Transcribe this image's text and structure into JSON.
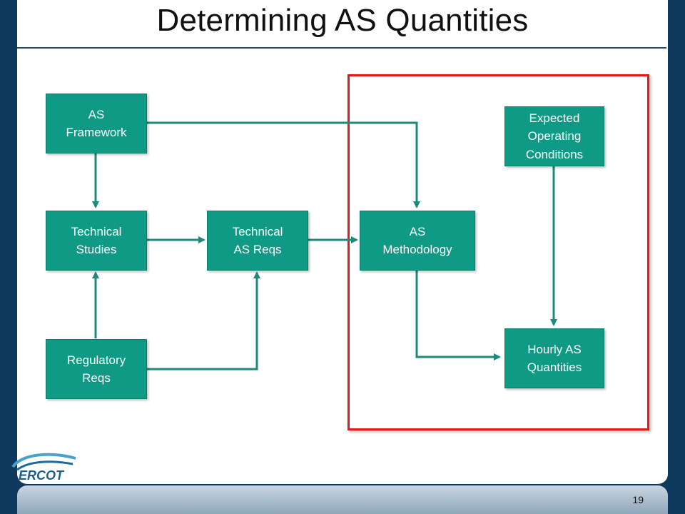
{
  "slide": {
    "title": "Determining AS Quantities",
    "page_number": "19",
    "logo_text": "ERCOT"
  },
  "boxes": {
    "as_framework": "AS\nFramework",
    "technical_studies": "Technical\nStudies",
    "regulatory_reqs": "Regulatory\nReqs",
    "technical_as_reqs": "Technical\nAS Reqs",
    "as_methodology": "AS\nMethodology",
    "expected_operating_conditions": "Expected\nOperating\nConditions",
    "hourly_as_quantities": "Hourly AS\nQuantities"
  },
  "colors": {
    "box_fill": "#0f9a85",
    "arrow": "#1e8a7a",
    "highlight_border": "#e3191c",
    "background": "#0f3a5e"
  }
}
